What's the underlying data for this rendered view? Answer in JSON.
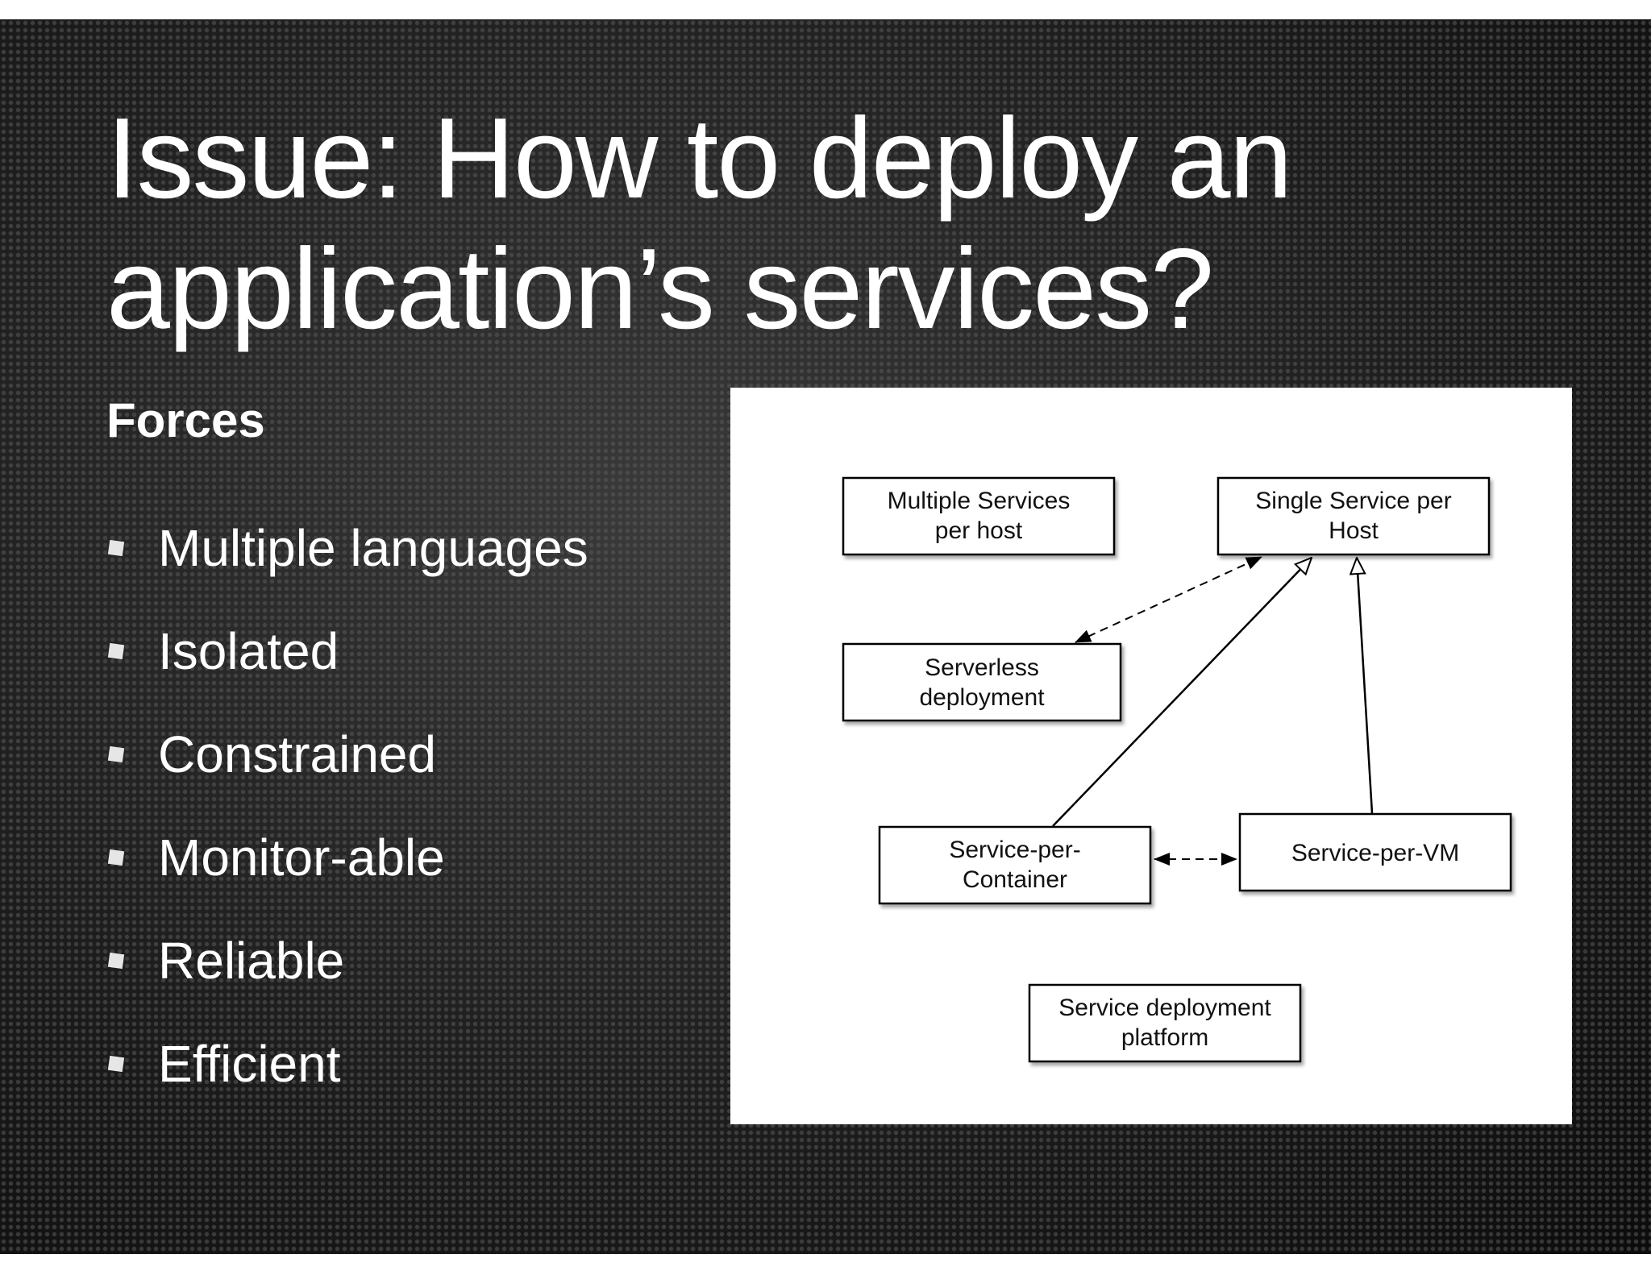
{
  "slide": {
    "title_lines": [
      "Issue: How to deploy an",
      "application’s services?"
    ],
    "forces_heading": "Forces",
    "forces": [
      "Multiple languages",
      "Isolated",
      "Constrained",
      "Monitor-able",
      "Reliable",
      "Efficient"
    ]
  },
  "diagram": {
    "nodes": {
      "multiple_services": [
        "Multiple Services",
        "per host"
      ],
      "single_service": [
        "Single Service per",
        "Host"
      ],
      "serverless": [
        "Serverless",
        "deployment"
      ],
      "service_per_container": [
        "Service-per-",
        "Container"
      ],
      "service_per_vm": [
        "Service-per-VM"
      ],
      "deployment_platform": [
        "Service deployment",
        "platform"
      ]
    },
    "edges": [
      {
        "from": "serverless",
        "to": "single_service",
        "style": "dashed",
        "arrows": "both-filled"
      },
      {
        "from": "service_per_container",
        "to": "single_service",
        "style": "solid",
        "arrows": "hollow-triangle"
      },
      {
        "from": "service_per_vm",
        "to": "single_service",
        "style": "solid",
        "arrows": "hollow-triangle"
      },
      {
        "from": "service_per_container",
        "to": "service_per_vm",
        "style": "dashed",
        "arrows": "both-filled"
      }
    ]
  }
}
